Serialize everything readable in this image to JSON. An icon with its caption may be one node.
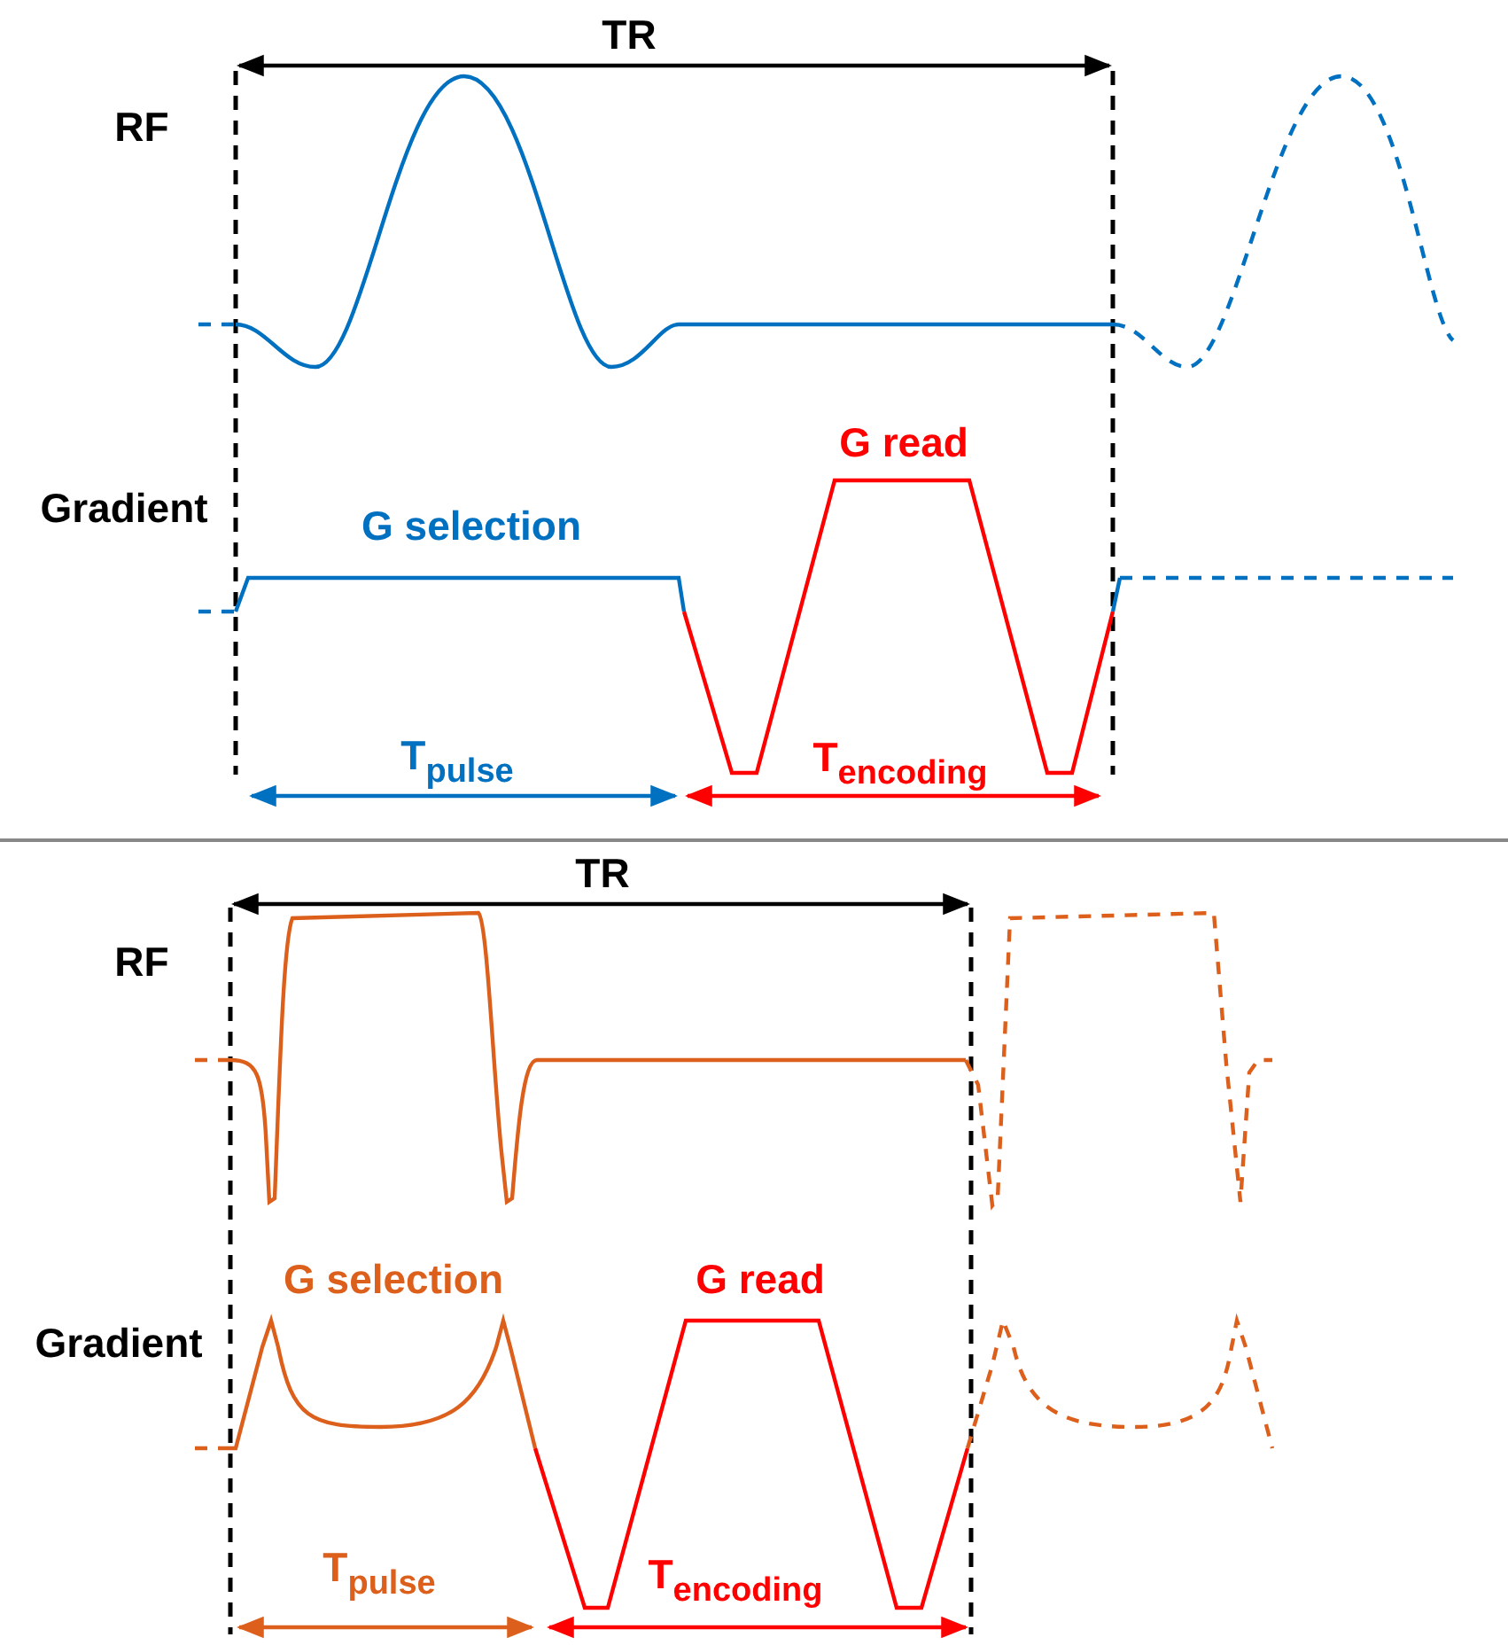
{
  "diagram": {
    "labels": [
      "TR",
      "RF",
      "G read",
      "Gradient",
      "G selection",
      "T$_{pulse}$",
      "T$_{encoding}$",
      "TR",
      "RF",
      "G selection",
      "G read",
      "Gradient",
      "T$_{pulse}$",
      "T$_{encoding}$"
    ]
  }
}
